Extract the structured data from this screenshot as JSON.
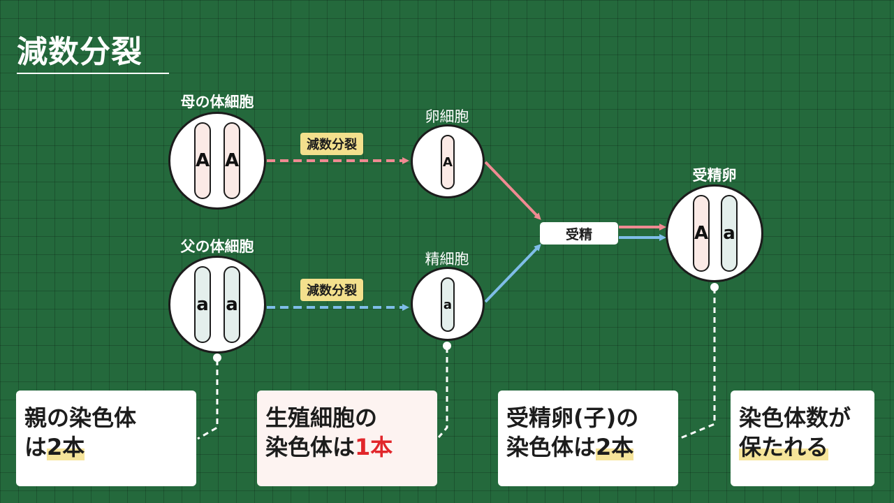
{
  "title": "減数分裂",
  "labels": {
    "mother_cell": "母の体細胞",
    "father_cell": "父の体細胞",
    "egg_cell": "卵細胞",
    "sperm_cell": "精細胞",
    "zygote": "受精卵"
  },
  "tags": {
    "meiosis_top": "減数分裂",
    "meiosis_bottom": "減数分裂",
    "fertilization": "受精"
  },
  "alleles": {
    "mother": [
      "A",
      "A"
    ],
    "father": [
      "a",
      "a"
    ],
    "egg": "A",
    "sperm": "a",
    "zygote": [
      "A",
      "a"
    ]
  },
  "boxes": {
    "parent": {
      "line1": "親の染色体",
      "line2_prefix": "は",
      "line2_highlight": "2本"
    },
    "gamete": {
      "line1": "生殖細胞の",
      "line2_prefix": "染色体は",
      "line2_highlight": "1本"
    },
    "child": {
      "line1": "受精卵(子)の",
      "line2_prefix": "染色体は",
      "line2_highlight": "2本"
    },
    "kept": {
      "line1": "染色体数が",
      "line2_highlight": "保たれる"
    }
  },
  "colors": {
    "background": "#24693c",
    "mother_arrow": "#f08a92",
    "father_arrow": "#7fbde8",
    "highlight": "#f6e49a",
    "emphasis": "#e1262b"
  }
}
